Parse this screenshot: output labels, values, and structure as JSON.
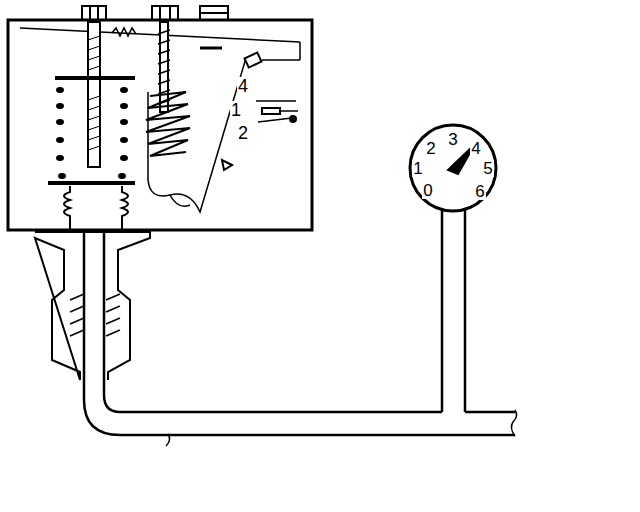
{
  "diagram": {
    "labels": [
      "4",
      "1",
      "2",
      "0",
      "1",
      "2",
      "3",
      "4",
      "5",
      "6"
    ]
  }
}
